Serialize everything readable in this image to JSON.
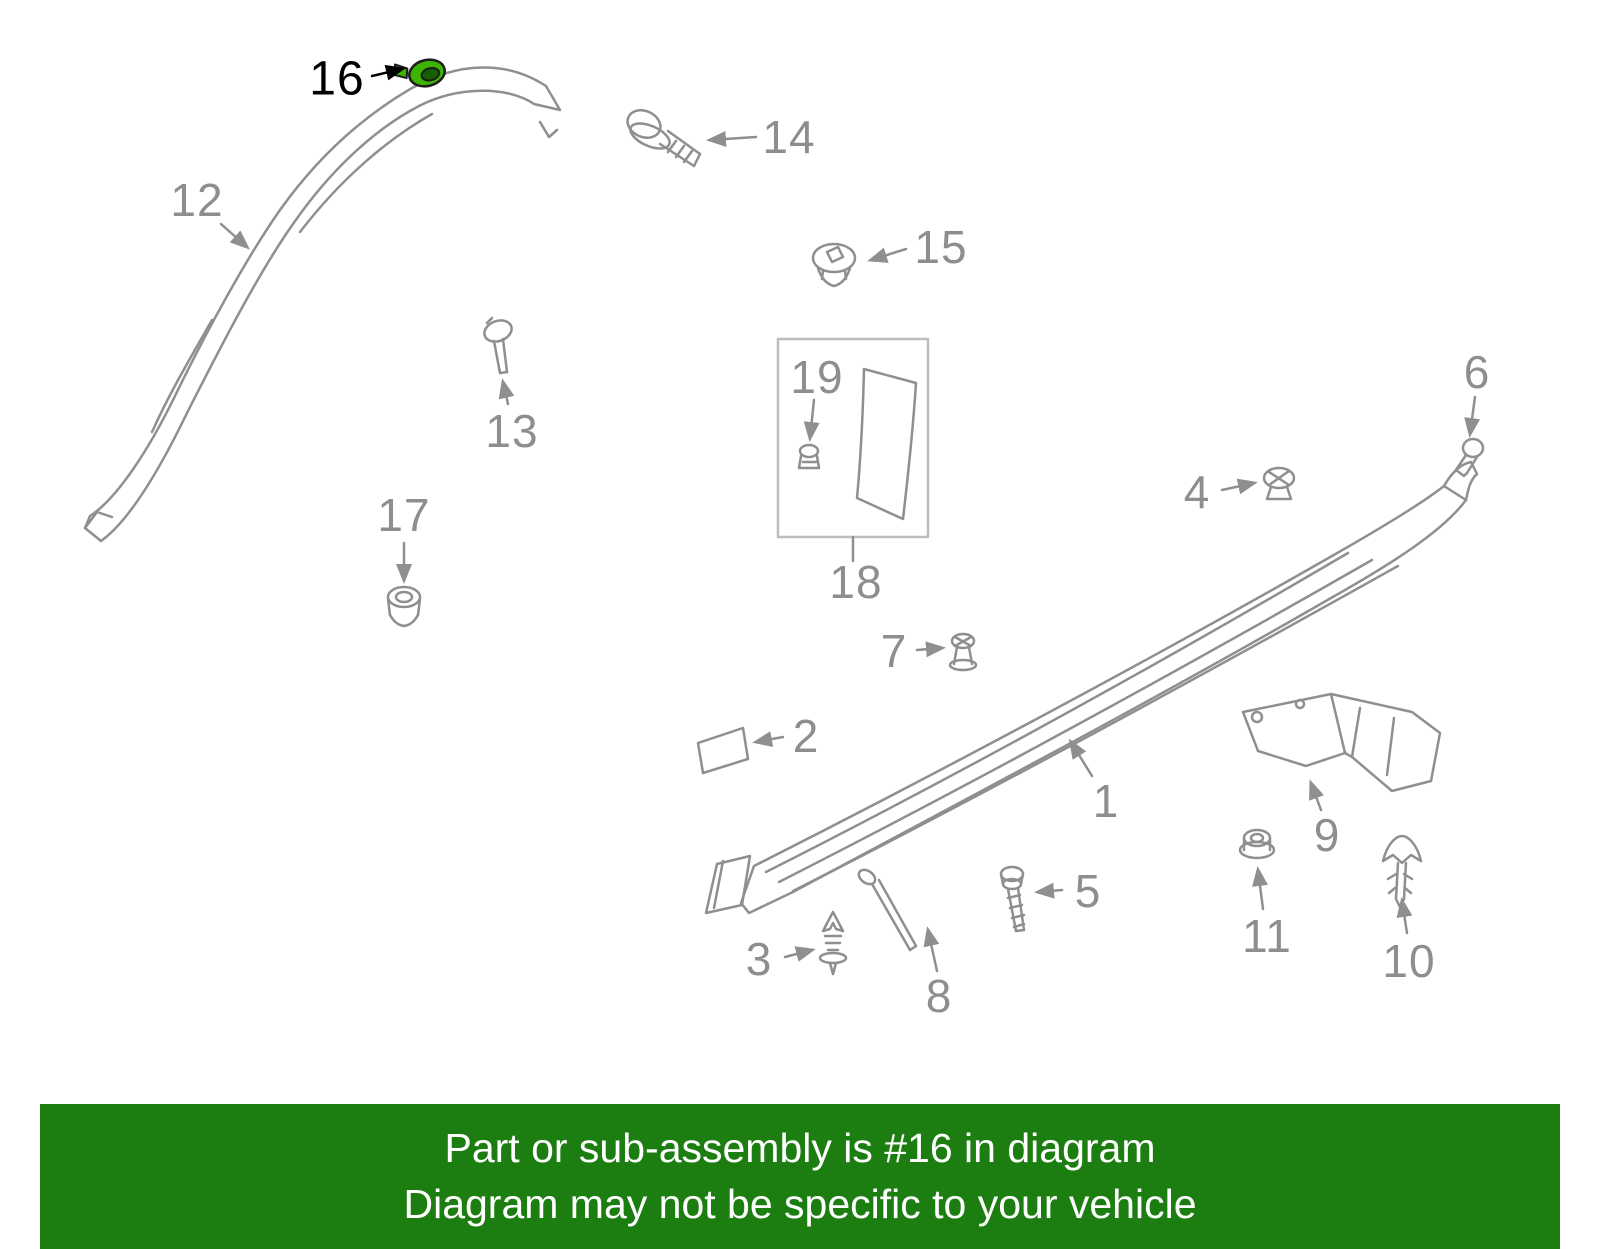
{
  "diagram": {
    "highlighted_part": "16",
    "callouts": {
      "c1": "1",
      "c2": "2",
      "c3": "3",
      "c4": "4",
      "c5": "5",
      "c6": "6",
      "c7": "7",
      "c8": "8",
      "c9": "9",
      "c10": "10",
      "c11": "11",
      "c12": "12",
      "c13": "13",
      "c14": "14",
      "c15": "15",
      "c16": "16",
      "c17": "17",
      "c18": "18",
      "c19": "19"
    }
  },
  "banner": {
    "line1": "Part or sub-assembly is #16 in diagram",
    "line2": "Diagram may not be specific to your vehicle"
  },
  "colors": {
    "banner-bg": "#1c7e10",
    "banner-fg": "#ffffff",
    "highlight-green": "#3cb400",
    "highlight-green-dark": "#145f00",
    "line-gray": "#8f8f8f",
    "label-gray": "#8e8e8e",
    "highlight-label": "#000000"
  }
}
